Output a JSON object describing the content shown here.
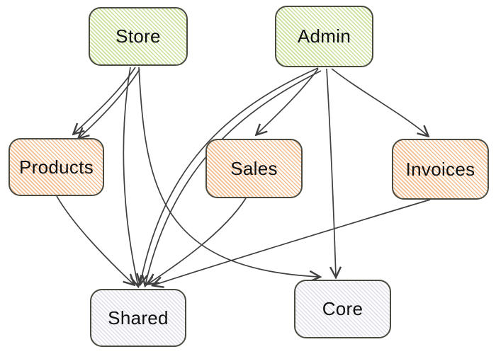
{
  "diagram": {
    "type": "module-dependency-graph",
    "nodes": [
      {
        "id": "store",
        "label": "Store",
        "group": "lazy-feature-group",
        "fill": "green-hatch"
      },
      {
        "id": "admin",
        "label": "Admin",
        "group": "lazy-feature-group",
        "fill": "green-hatch"
      },
      {
        "id": "products",
        "label": "Products",
        "group": "feature-module",
        "fill": "orange-hatch"
      },
      {
        "id": "sales",
        "label": "Sales",
        "group": "feature-module",
        "fill": "orange-hatch"
      },
      {
        "id": "invoices",
        "label": "Invoices",
        "group": "feature-module",
        "fill": "orange-hatch"
      },
      {
        "id": "shared",
        "label": "Shared",
        "group": "base-module",
        "fill": "gray-hatch"
      },
      {
        "id": "core",
        "label": "Core",
        "group": "base-module",
        "fill": "gray-hatch"
      }
    ],
    "edges": [
      {
        "from": "Store",
        "to": "Products",
        "style": "double-stroke"
      },
      {
        "from": "Store",
        "to": "Shared",
        "style": "single"
      },
      {
        "from": "Store",
        "to": "Core",
        "style": "single"
      },
      {
        "from": "Admin",
        "to": "Sales",
        "style": "single"
      },
      {
        "from": "Admin",
        "to": "Invoices",
        "style": "single"
      },
      {
        "from": "Admin",
        "to": "Core",
        "style": "single"
      },
      {
        "from": "Admin",
        "to": "Shared",
        "style": "double-stroke"
      },
      {
        "from": "Products",
        "to": "Shared",
        "style": "single"
      },
      {
        "from": "Sales",
        "to": "Shared",
        "style": "single"
      },
      {
        "from": "Invoices",
        "to": "Shared",
        "style": "single"
      }
    ],
    "arrow_style": "open-vee arrowheads pointing at target node"
  },
  "palette": {
    "green_hatch": "#c9e09a",
    "orange_hatch": "#f4bd90",
    "gray_hatch": "#e0deeb",
    "node_border": "#4a4a40",
    "edge_color": "#3f3f3f",
    "background": "#ffffff",
    "text_color": "#101010"
  }
}
